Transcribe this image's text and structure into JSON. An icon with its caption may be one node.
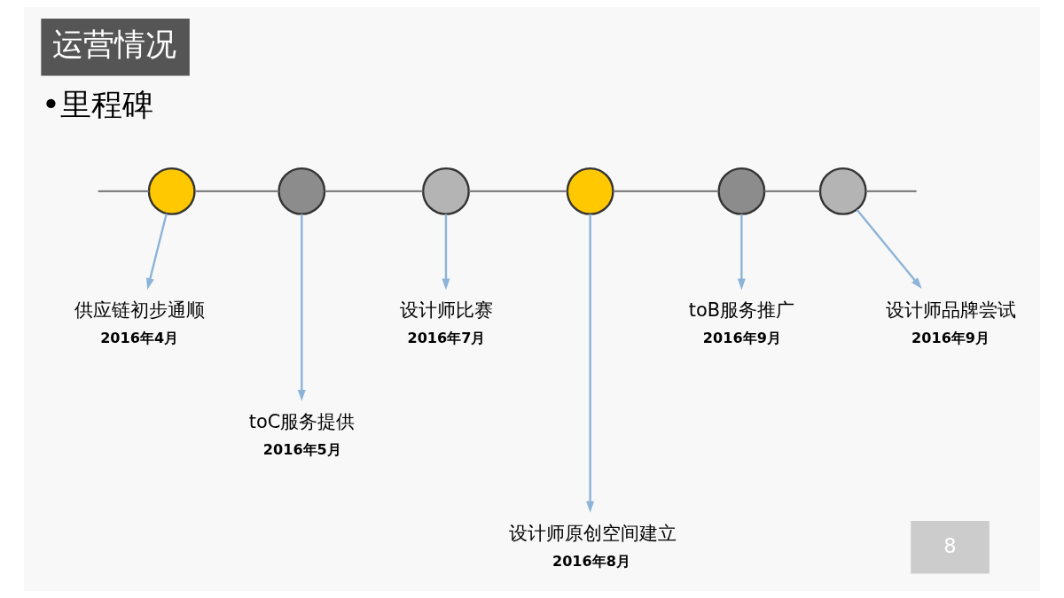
{
  "diagram": {
    "title": "运营情况",
    "nodes": [
      {
        "text": [],
        "shape": "circle"
      },
      {
        "text": [],
        "shape": "circle"
      },
      {
        "text": [],
        "shape": "circle"
      },
      {
        "text": [],
        "shape": "circle"
      },
      {
        "text": [],
        "shape": "circle"
      },
      {
        "text": [],
        "shape": "circle"
      },
      {
        "text": [
          "供应链初步通顺"
        ],
        "beside": [
          "2016年4月"
        ]
      },
      {
        "text": [
          "toC服务提供"
        ],
        "beside": [
          "2016年5月"
        ]
      },
      {
        "text": [
          "设计师比赛"
        ],
        "beside": [
          "2016年7月"
        ]
      },
      {
        "text": [
          "设计师原创空间建立"
        ],
        "beside": [
          "2016年8月"
        ]
      },
      {
        "text": [
          "toB服务推广"
        ],
        "beside": [
          "2016年9月"
        ]
      },
      {
        "text": [
          "设计师品牌尝试"
        ],
        "beside": [
          "2016年9月"
        ]
      }
    ],
    "edges": [
      {
        "from": null,
        "to": 0,
        "arrow": "none",
        "color": "#7f7f7f"
      },
      {
        "from": 0,
        "to": 1,
        "arrow": "none",
        "color": "#7f7f7f"
      },
      {
        "from": 1,
        "to": 2,
        "arrow": "none",
        "color": "#7f7f7f"
      },
      {
        "from": 2,
        "to": 3,
        "arrow": "none",
        "color": "#7f7f7f"
      },
      {
        "from": 3,
        "to": 4,
        "arrow": "none",
        "color": "#7f7f7f"
      },
      {
        "from": 4,
        "to": 5,
        "arrow": "none",
        "color": "#7f7f7f"
      },
      {
        "from": 5,
        "to": null,
        "arrow": "none",
        "color": "#7f7f7f"
      },
      {
        "from": 0,
        "to": 6,
        "arrow": "to",
        "color": "#8db4d8"
      },
      {
        "from": 1,
        "to": 7,
        "arrow": "to",
        "color": "#8db4d8"
      },
      {
        "from": 2,
        "to": 8,
        "arrow": "to",
        "color": "#8db4d8"
      },
      {
        "from": 3,
        "to": 9,
        "arrow": "to",
        "color": "#8db4d8"
      },
      {
        "from": 4,
        "to": 10,
        "arrow": "to",
        "color": "#8db4d8"
      },
      {
        "from": 5,
        "to": 11,
        "arrow": "to",
        "color": "#8db4d8"
      }
    ],
    "labels": [
      "•里程碑",
      "8"
    ]
  }
}
